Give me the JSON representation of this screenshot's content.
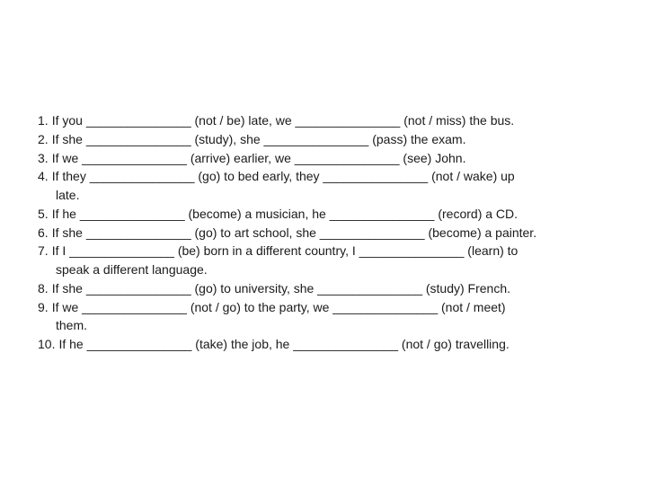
{
  "page": {
    "background_color": "#ffffff",
    "text_color": "#1a1a1a"
  },
  "worksheet": {
    "items": [
      {
        "number": "1.",
        "text": "If you _______________ (not / be) late, we _______________ (not / miss) the bus."
      },
      {
        "number": "2.",
        "text": "If she _______________ (study), she _______________ (pass) the exam."
      },
      {
        "number": "3.",
        "text": "If we _______________ (arrive) earlier, we _______________ (see) John."
      },
      {
        "number": "4.",
        "text": "If they _______________ (go) to bed early, they _______________ (not / wake) up\nlate."
      },
      {
        "number": "5.",
        "text": "If he _______________ (become) a musician, he _______________ (record) a CD."
      },
      {
        "number": "6.",
        "text": "If she _______________ (go) to art school, she _______________ (become) a painter."
      },
      {
        "number": "7.",
        "text": "If I _______________ (be) born in a different country, I _______________ (learn) to\nspeak a different language."
      },
      {
        "number": "8.",
        "text": "If she _______________ (go) to university, she _______________ (study) French."
      },
      {
        "number": "9.",
        "text": "If we _______________ (not / go) to the party, we _______________ (not / meet)\nthem."
      },
      {
        "number": "10.",
        "text": "If he _______________ (take) the job, he _______________ (not / go) travelling."
      }
    ]
  }
}
